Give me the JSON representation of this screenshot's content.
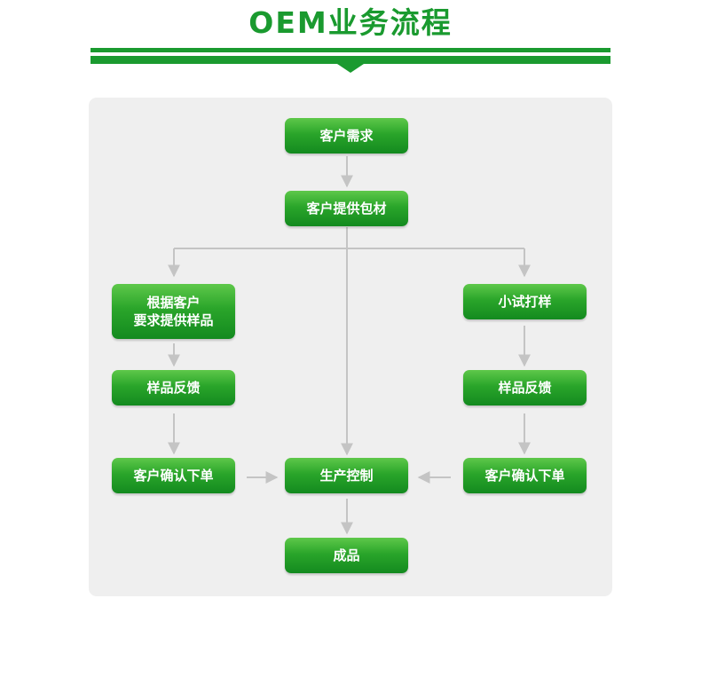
{
  "title": "OEM业务流程",
  "colors": {
    "brand_green": "#1a9a2f",
    "node_top": "#5ec84a",
    "node_bottom": "#138a1f",
    "panel_bg": "#efefef",
    "arrow": "#c4c4c4"
  },
  "nodes": {
    "customer_demand": "客户需求",
    "customer_materials": "客户提供包材",
    "left_sample_line1": "根据客户",
    "left_sample_line2": "要求提供样品",
    "left_feedback": "样品反馈",
    "left_confirm": "客户确认下单",
    "production": "生产控制",
    "finished": "成品",
    "right_trial": "小试打样",
    "right_feedback": "样品反馈",
    "right_confirm": "客户确认下单"
  }
}
